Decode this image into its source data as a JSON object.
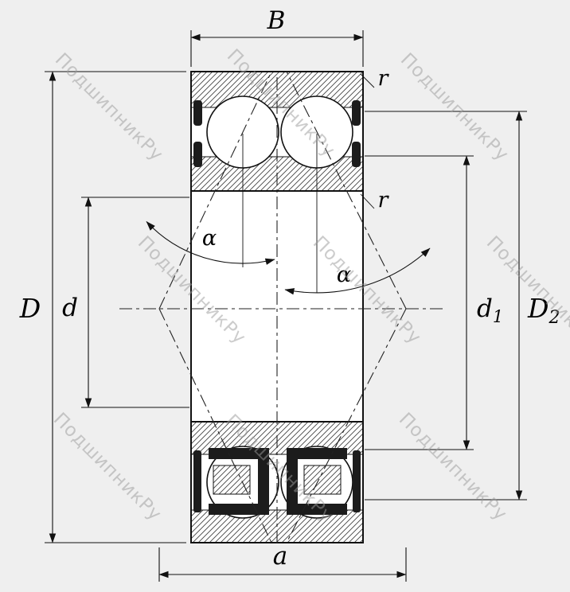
{
  "watermark": {
    "text": "ПодшипникРу"
  },
  "labels": {
    "width": "B",
    "corner_radius_outer": "r",
    "corner_radius_inner": "r",
    "outer_diameter": "D",
    "bore_diameter": "d",
    "shoulder_diameter_base": "d",
    "shoulder_diameter_sub": "1",
    "recess_diameter_base": "D",
    "recess_diameter_sub": "2",
    "pressure_center_distance": "a",
    "contact_angle_left": "α",
    "contact_angle_right": "α"
  },
  "colors": {
    "background": "#efefef",
    "drawing_line": "#111111",
    "hatch": "#444444",
    "seal_fill": "#1c1c1c",
    "watermark": "#9a9a9a"
  }
}
